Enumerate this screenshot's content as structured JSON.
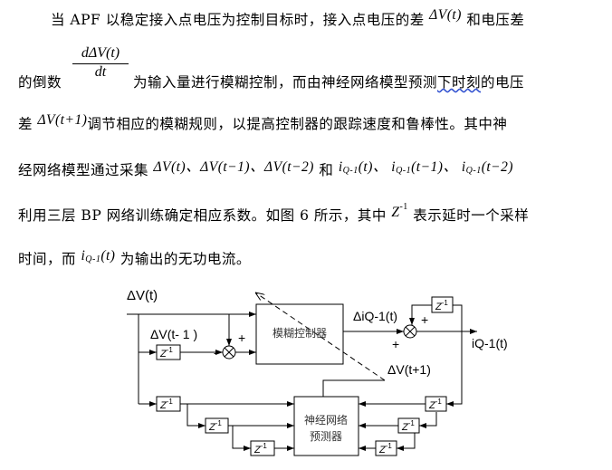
{
  "paragraph": {
    "line1": {
      "a": "当 APF 以稳定接入点电压为控制目标时，接入点电压的差",
      "m1": "ΔV(t)",
      "b": "和电压差"
    },
    "line2": {
      "a": "的倒数",
      "frac_num": "dΔV(t)",
      "frac_den": "dt",
      "b": "为输入量进行模糊控制，而由神经网络模型预测",
      "u": "下时刻",
      "c": "的电压"
    },
    "line3": {
      "a": "差",
      "m1": "ΔV(t+1)",
      "b": "调节相应的模糊规则，以提高控制器的跟踪速度和鲁棒性。其中神"
    },
    "line4": {
      "a": "经网络模型通过采集",
      "m1": "ΔV(t)、ΔV(t−1)、ΔV(t−2)",
      "b": "和",
      "i": "i",
      "isub": "Q-1",
      "m2": "(t)、",
      "m3": "(t−1)、",
      "m4": "(t−2)"
    },
    "line5": {
      "a": "利用三层 BP 网络训练确定相应系数。如图 6 所示，其中",
      "z": "Z",
      "zsup": "-1",
      "b": "表示延时一个采样"
    },
    "line6": {
      "a": "时间，而",
      "i": "i",
      "isub": "Q-1",
      "m1": "(t)",
      "b": "为输出的无功电流。"
    }
  },
  "diagram": {
    "input_label": "ΔV(t)",
    "delayed_label": "ΔV(t- 1 )",
    "fuzzy_controller": "模糊控制器",
    "delta_i_label": "ΔiQ-1(t)",
    "output_label": "iQ-1(t)",
    "prediction_label": "ΔV(t+1)",
    "nn_line1": "神经网络",
    "nn_line2": "预测器",
    "delay": "Z",
    "delay_sup": "-1",
    "plus": "+",
    "minus": "-"
  }
}
